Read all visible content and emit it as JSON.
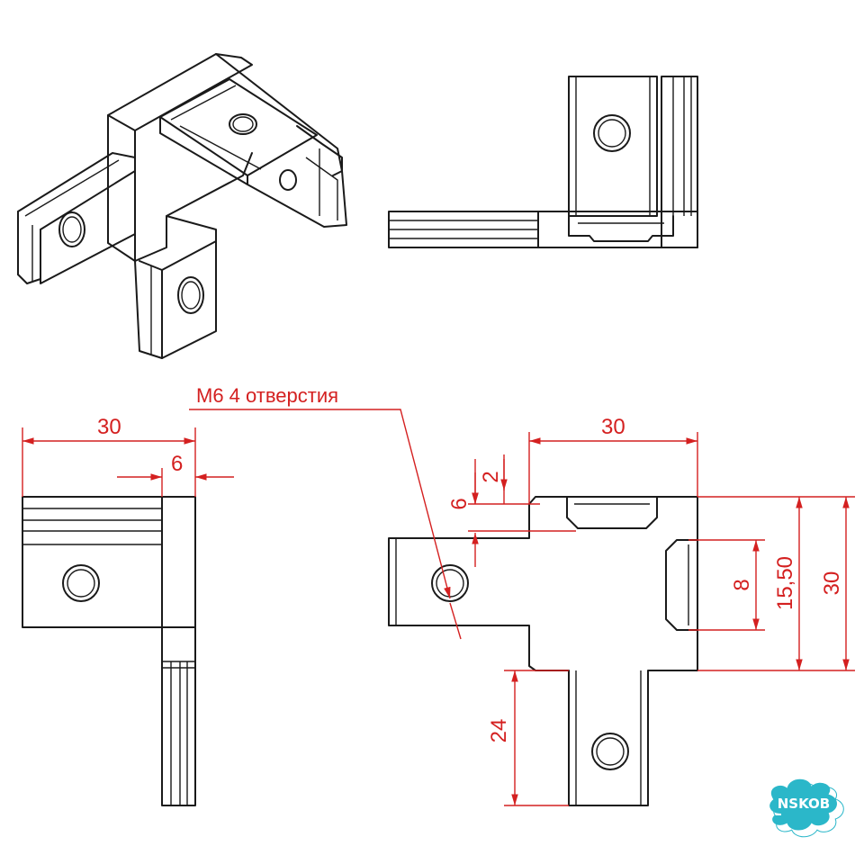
{
  "drawing": {
    "note": "M6 4 отверстия",
    "front_view": {
      "width_label": "30",
      "slot_label": "6"
    },
    "plan_view": {
      "width_label": "30",
      "slot_depth_label": "2",
      "slot_offset_label": "6",
      "slot_width_label": "8",
      "slot_pitch_label": "15,50",
      "height_label": "30",
      "leg_label": "24"
    }
  },
  "watermark": {
    "text": "NSKOB",
    "color": "#2bb7c9"
  },
  "colors": {
    "line": "#1a1a1a",
    "dimension": "#d42020"
  }
}
